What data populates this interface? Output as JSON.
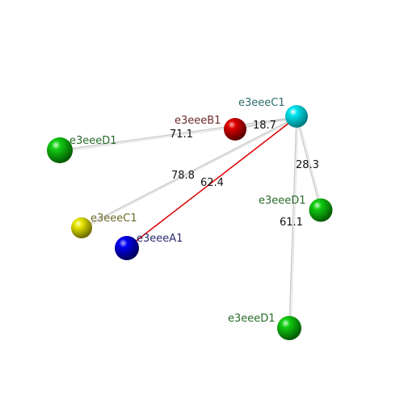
{
  "atoms": {
    "c1_center": {
      "label": "e3eeeC1",
      "color": "#00e5ee",
      "label_color": "#2e6b6b"
    },
    "b1": {
      "label": "e3eeeB1",
      "color": "#dd0000",
      "label_color": "#6b2a2a"
    },
    "d1_left": {
      "label": "e3eeeD1",
      "color": "#11cc11",
      "label_color": "#2a6b2a"
    },
    "d1_right": {
      "label": "e3eeeD1",
      "color": "#11cc11",
      "label_color": "#2a6b2a"
    },
    "d1_bottom": {
      "label": "e3eeeD1",
      "color": "#11cc11",
      "label_color": "#2a6b2a"
    },
    "c1_yellow": {
      "label": "e3eeeC1",
      "color": "#e8e800",
      "label_color": "#6b6b2a"
    },
    "a1": {
      "label": "e3eeeA1",
      "color": "#0000ee",
      "label_color": "#2a2a6b"
    }
  },
  "bonds": {
    "b1": {
      "distance": "18.7",
      "color": "#c8c8c8"
    },
    "d1_left": {
      "distance": "71.1",
      "color": "#c8c8c8"
    },
    "c1_yellow": {
      "distance": "78.8",
      "color": "#c8c8c8"
    },
    "a1": {
      "distance": "62.4",
      "color": "#dd0000"
    },
    "d1_right": {
      "distance": "28.3",
      "color": "#c8c8c8"
    },
    "d1_bottom": {
      "distance": "61.1",
      "color": "#c8c8c8"
    }
  }
}
